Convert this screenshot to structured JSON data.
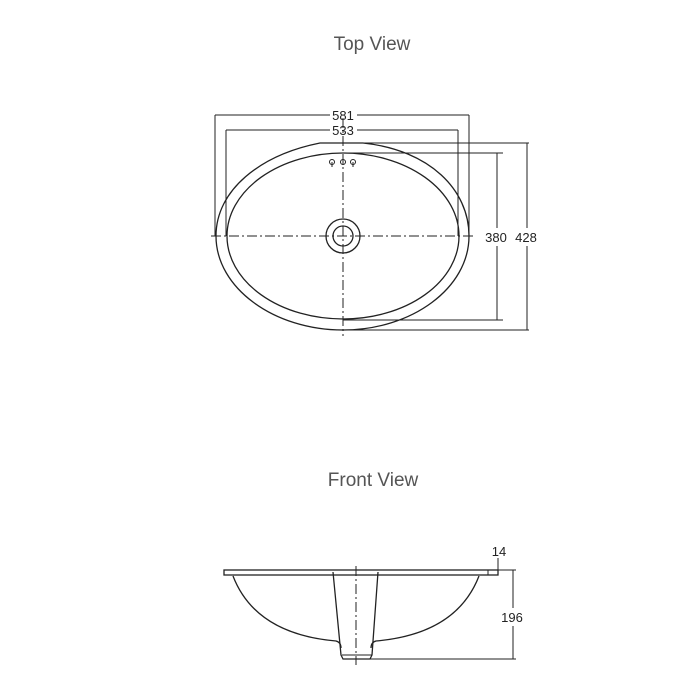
{
  "top_view": {
    "title": "Top View",
    "dimensions": {
      "overall_width": "581",
      "inner_width": "533",
      "inner_depth": "380",
      "overall_depth": "428"
    }
  },
  "front_view": {
    "title": "Front View",
    "dimensions": {
      "rim_thickness": "14",
      "height": "196"
    }
  }
}
